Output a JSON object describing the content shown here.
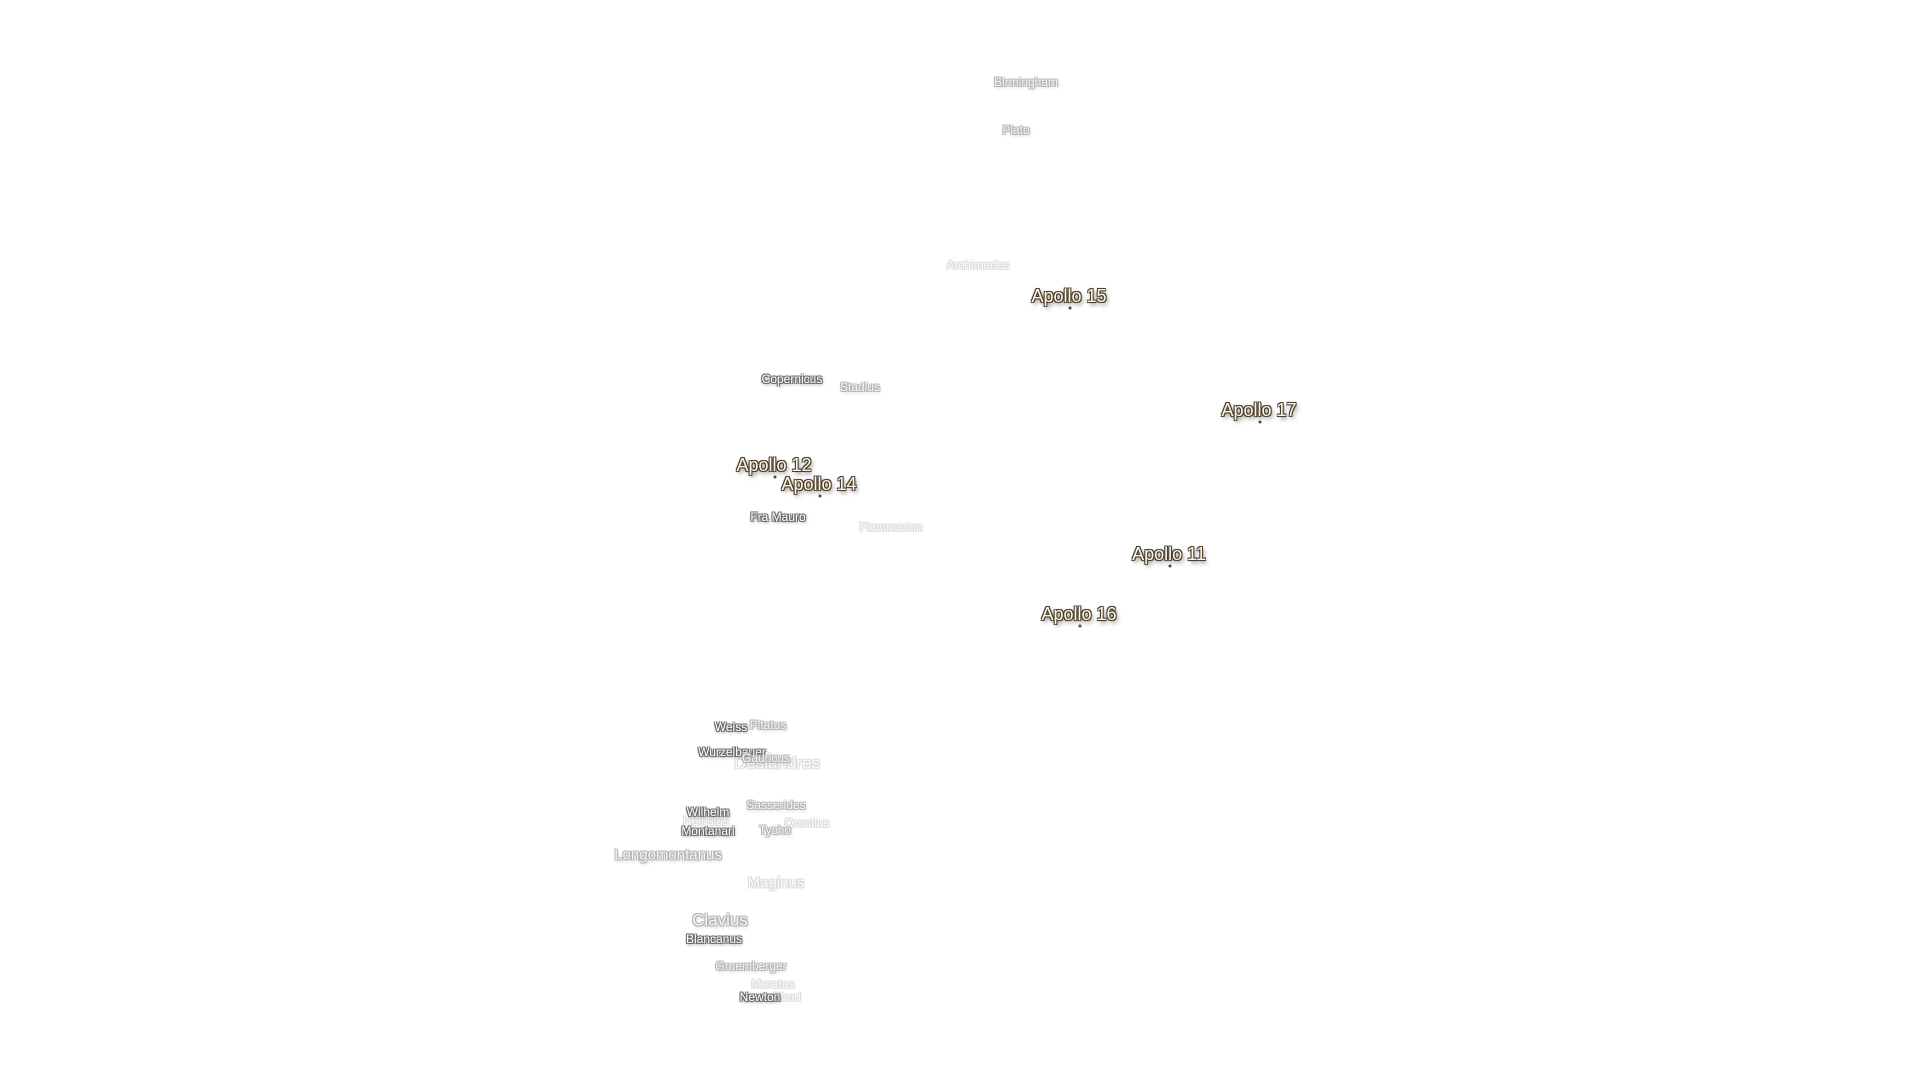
{
  "apollo_sites": [
    {
      "id": "a15",
      "name": "Apollo 15"
    },
    {
      "id": "a17",
      "name": "Apollo 17"
    },
    {
      "id": "a12",
      "name": "Apollo 12"
    },
    {
      "id": "a14",
      "name": "Apollo 14"
    },
    {
      "id": "a11",
      "name": "Apollo 11"
    },
    {
      "id": "a16",
      "name": "Apollo 16"
    }
  ],
  "craters": [
    {
      "id": "birmingham",
      "name": "Birmingham"
    },
    {
      "id": "plato",
      "name": "Plato"
    },
    {
      "id": "archimedes",
      "name": "Archimedes"
    },
    {
      "id": "copernicus",
      "name": "Copernicus"
    },
    {
      "id": "stadius",
      "name": "Stadius"
    },
    {
      "id": "fra-mauro",
      "name": "Fra Mauro"
    },
    {
      "id": "flammarion",
      "name": "Flammarion"
    },
    {
      "id": "weiss",
      "name": "Weiss"
    },
    {
      "id": "pitatus",
      "name": "Pitatus"
    },
    {
      "id": "wurzelbauer",
      "name": "Wurzelbauer"
    },
    {
      "id": "gauricus",
      "name": "Gauricus"
    },
    {
      "id": "deslandres",
      "name": "Deslandres"
    },
    {
      "id": "sasserides",
      "name": "Sasserides"
    },
    {
      "id": "wilhelm",
      "name": "Wilhelm"
    },
    {
      "id": "heinsius",
      "name": "Heinsius"
    },
    {
      "id": "montanari",
      "name": "Montanari"
    },
    {
      "id": "tycho",
      "name": "Tycho"
    },
    {
      "id": "orontius",
      "name": "Orontius"
    },
    {
      "id": "longomontanus",
      "name": "Longomontanus"
    },
    {
      "id": "maginus",
      "name": "Maginus"
    },
    {
      "id": "clavius",
      "name": "Clavius"
    },
    {
      "id": "blancanus",
      "name": "Blancanus"
    },
    {
      "id": "gruemberger",
      "name": "Gruemberger"
    },
    {
      "id": "moretus",
      "name": "Moretus"
    },
    {
      "id": "newton",
      "name": "Newton"
    },
    {
      "id": "short",
      "name": "Short"
    }
  ]
}
